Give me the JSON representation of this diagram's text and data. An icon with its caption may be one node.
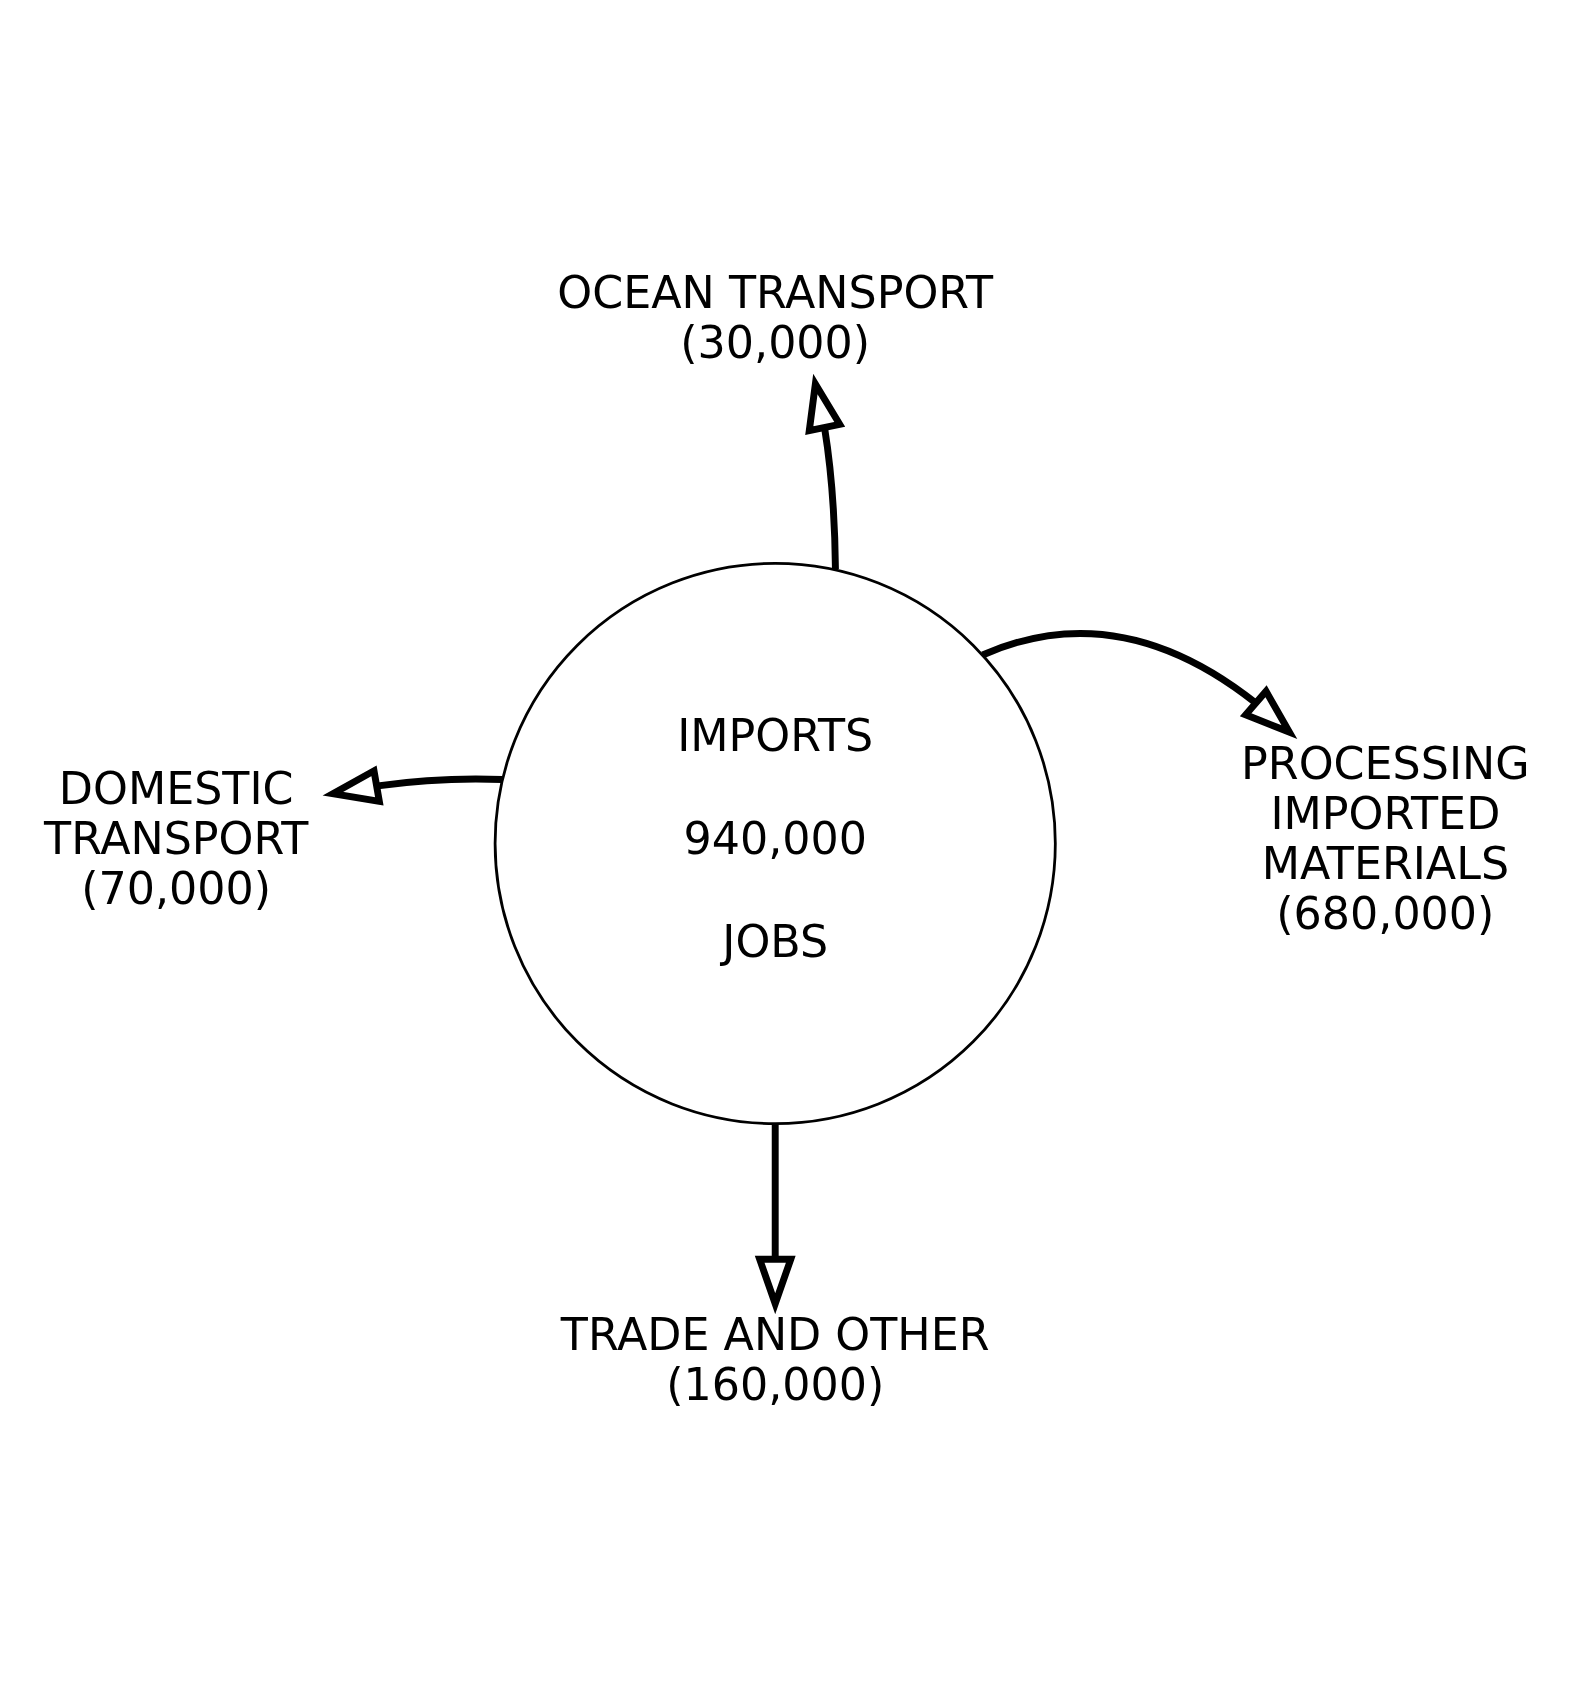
{
  "diagram": {
    "nodes": [
      {
        "text": [
          "OCEAN TRANSPORT (30,000)"
        ]
      },
      {
        "text": [
          "DOMESTIC TRANSPORT (70,000)"
        ]
      },
      {
        "text": [
          "IMPORTS",
          "940,000",
          "JOBS"
        ]
      },
      {
        "text": [
          "PROCESSING IMPORTED MATERIALS (680,000)"
        ]
      },
      {
        "text": [
          "TRADE AND OTHER (160,000)"
        ]
      }
    ],
    "edges": [
      {
        "from": 2,
        "to": 0,
        "arrow": "to"
      },
      {
        "from": 2,
        "to": 1,
        "arrow": "to"
      },
      {
        "from": 2,
        "to": 3,
        "arrow": "to"
      },
      {
        "from": 2,
        "to": 4,
        "arrow": "to"
      }
    ]
  }
}
